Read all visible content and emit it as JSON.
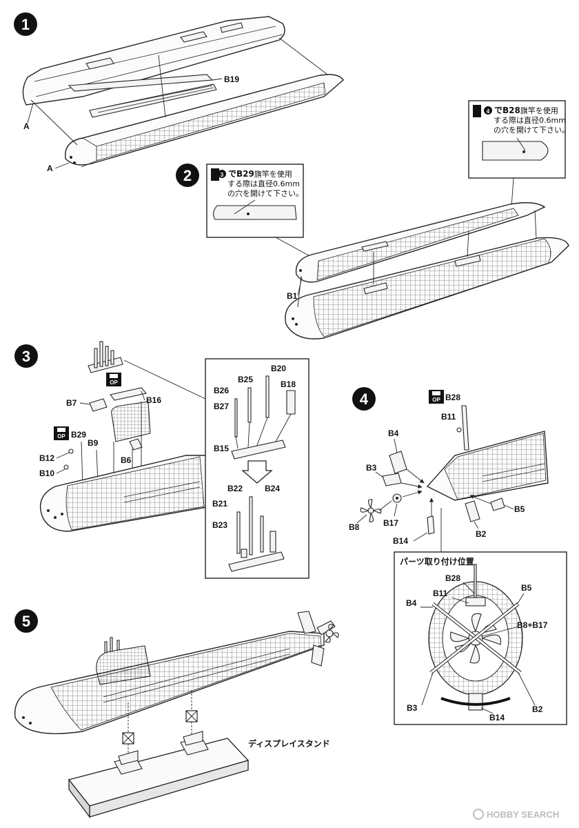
{
  "steps": [
    "1",
    "2",
    "3",
    "4",
    "5"
  ],
  "step1": {
    "labels": {
      "b19": "B19",
      "a_upper": "A",
      "a_lower": "A"
    }
  },
  "step2": {
    "note_b29": {
      "num": "3",
      "part": "B29",
      "text_after_part": "旗竿を使用",
      "line2": "する際は直径0.6mm",
      "line3": "の穴を開けて下さい。"
    },
    "note_b28": {
      "num": "4",
      "part": "B28",
      "text_after_part": "旗竿を使用",
      "line2": "する際は直径0.6mm",
      "line3": "の穴を開けて下さい。"
    },
    "labels": {
      "b1": "B1"
    }
  },
  "step3": {
    "op_badge": "OP",
    "labels": {
      "b7": "B7",
      "b16": "B16",
      "b29": "B29",
      "b9": "B9",
      "b12": "B12",
      "b10": "B10",
      "b6": "B6",
      "b26": "B26",
      "b25": "B25",
      "b20": "B20",
      "b18": "B18",
      "b27": "B27",
      "b15": "B15",
      "b22": "B22",
      "b24": "B24",
      "b21": "B21",
      "b23": "B23"
    }
  },
  "step4": {
    "op_badge": "OP",
    "labels": {
      "b28": "B28",
      "b11": "B11",
      "b4": "B4",
      "b3": "B3",
      "b5": "B5",
      "b8": "B8",
      "b17": "B17",
      "b2": "B2",
      "b14": "B14"
    },
    "detail": {
      "title": "パーツ取り付け位置",
      "labels": {
        "b28": "B28",
        "b11": "B11",
        "b5": "B5",
        "b4": "B4",
        "b8b17": "B8+B17",
        "b3": "B3",
        "b2": "B2",
        "b14": "B14"
      }
    }
  },
  "step5": {
    "stand_label": "ディスプレイスタンド"
  },
  "watermark": {
    "text": "HOBBY SEARCH"
  }
}
